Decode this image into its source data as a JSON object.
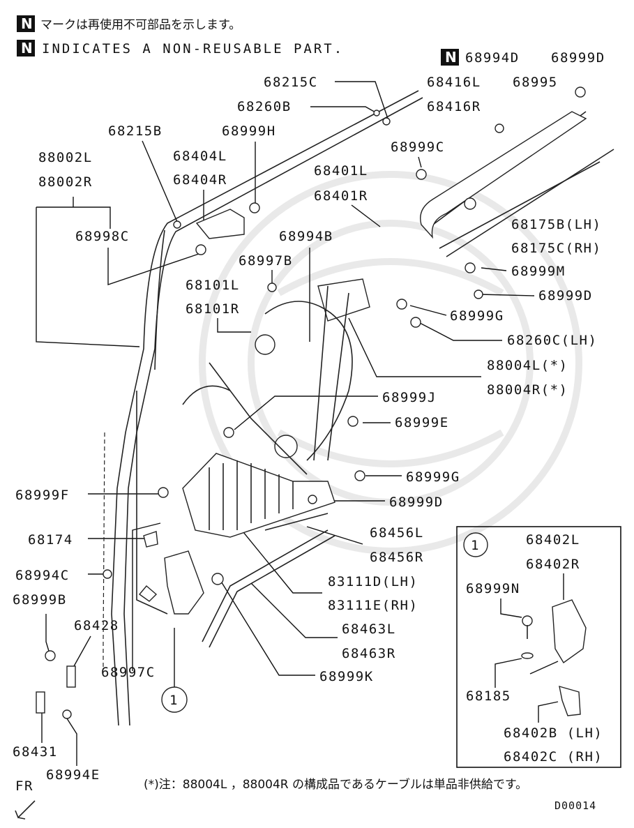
{
  "header": {
    "n_mark": "N",
    "note_jp": "マークは再使用不可部品を示します。",
    "note_en": "INDICATES A NON-REUSABLE PART."
  },
  "parts": [
    {
      "key": "p68994D",
      "text": "68994D"
    },
    {
      "key": "p68999D_top",
      "text": "68999D"
    },
    {
      "key": "p68215C",
      "text": "68215C"
    },
    {
      "key": "p68416L",
      "text": "68416L"
    },
    {
      "key": "p68995",
      "text": "68995"
    },
    {
      "key": "p68260B",
      "text": "68260B"
    },
    {
      "key": "p68416R",
      "text": "68416R"
    },
    {
      "key": "p68215B",
      "text": "68215B"
    },
    {
      "key": "p68999H",
      "text": "68999H"
    },
    {
      "key": "p68999C",
      "text": "68999C"
    },
    {
      "key": "p88002L",
      "text": "88002L"
    },
    {
      "key": "p68404L",
      "text": "68404L"
    },
    {
      "key": "p68401L",
      "text": "68401L"
    },
    {
      "key": "p88002R",
      "text": "88002R"
    },
    {
      "key": "p68404R",
      "text": "68404R"
    },
    {
      "key": "p68401R",
      "text": "68401R"
    },
    {
      "key": "p68175B",
      "text": "68175B(LH)"
    },
    {
      "key": "p68998C",
      "text": "68998C"
    },
    {
      "key": "p68994B",
      "text": "68994B"
    },
    {
      "key": "p68175C",
      "text": "68175C(RH)"
    },
    {
      "key": "p68997B",
      "text": "68997B"
    },
    {
      "key": "p68999M",
      "text": "68999M"
    },
    {
      "key": "p68101L",
      "text": "68101L"
    },
    {
      "key": "p68999D_mid",
      "text": "68999D"
    },
    {
      "key": "p68101R",
      "text": "68101R"
    },
    {
      "key": "p68999G_top",
      "text": "68999G"
    },
    {
      "key": "p68260C",
      "text": "68260C(LH)"
    },
    {
      "key": "p88004L",
      "text": "88004L(*)"
    },
    {
      "key": "p88004R",
      "text": "88004R(*)"
    },
    {
      "key": "p68999J",
      "text": "68999J"
    },
    {
      "key": "p68999E",
      "text": "68999E"
    },
    {
      "key": "p68999G_mid",
      "text": "68999G"
    },
    {
      "key": "p68999F",
      "text": "68999F"
    },
    {
      "key": "p68999D_low",
      "text": "68999D"
    },
    {
      "key": "p68174",
      "text": "68174"
    },
    {
      "key": "p68456L",
      "text": "68456L"
    },
    {
      "key": "p68456R",
      "text": "68456R"
    },
    {
      "key": "p68994C",
      "text": "68994C"
    },
    {
      "key": "p83111D",
      "text": "83111D(LH)"
    },
    {
      "key": "p83111E",
      "text": "83111E(RH)"
    },
    {
      "key": "p68999B",
      "text": "68999B"
    },
    {
      "key": "p68428",
      "text": "68428"
    },
    {
      "key": "p68463L",
      "text": "68463L"
    },
    {
      "key": "p68463R",
      "text": "68463R"
    },
    {
      "key": "p68997C",
      "text": "68997C"
    },
    {
      "key": "p68999K",
      "text": "68999K"
    },
    {
      "key": "p68431",
      "text": "68431"
    },
    {
      "key": "p68994E",
      "text": "68994E"
    }
  ],
  "inset": {
    "callout": "1",
    "parts": [
      {
        "key": "i68402L",
        "text": "68402L"
      },
      {
        "key": "i68402R",
        "text": "68402R"
      },
      {
        "key": "i68999N",
        "text": "68999N"
      },
      {
        "key": "i68185",
        "text": "68185"
      },
      {
        "key": "i68402B",
        "text": "68402B (LH)"
      },
      {
        "key": "i68402C",
        "text": "68402C (RH)"
      }
    ]
  },
  "callout_main": "1",
  "n_mark_68994D": "N",
  "footnote": "(*)注：88004L ，88004R の構成品であるケーブルは単品非供給です。",
  "fr_label": "FR",
  "diagram_code": "D00014"
}
